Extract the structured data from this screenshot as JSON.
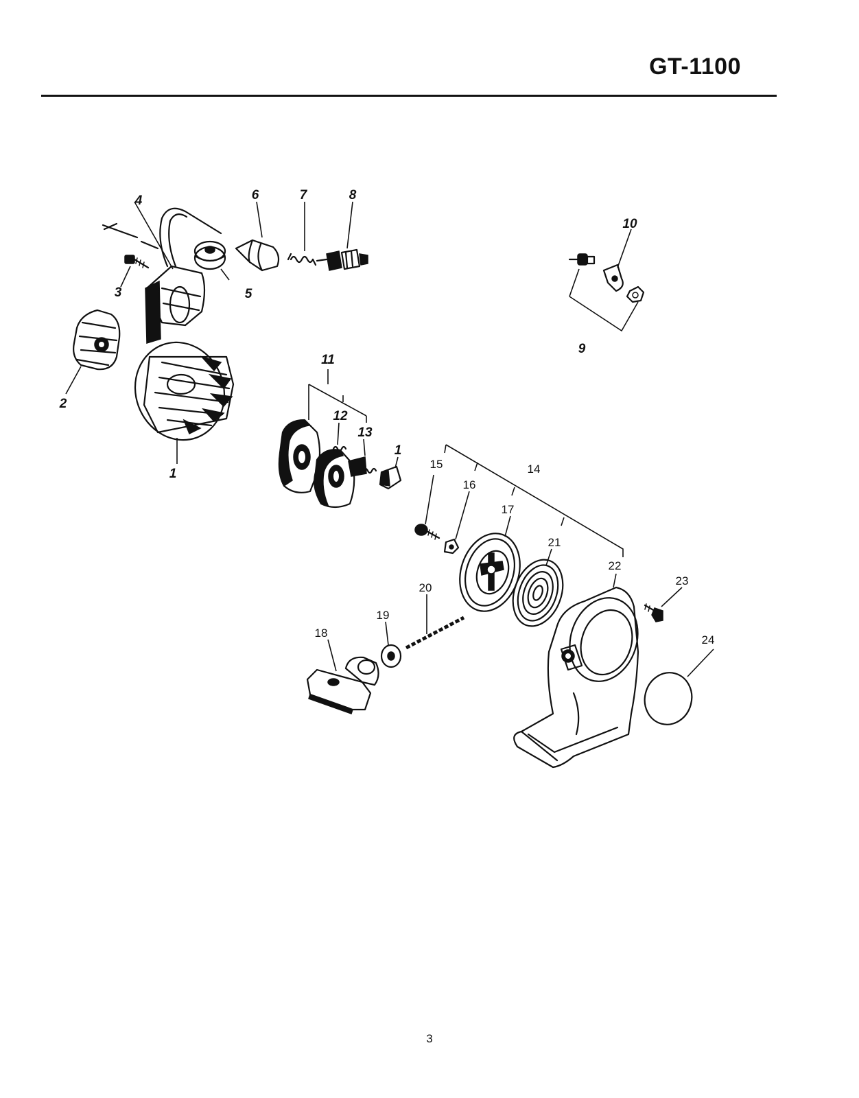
{
  "header": {
    "model": "GT-1100"
  },
  "footer": {
    "page_number": "3"
  },
  "callouts": [
    {
      "id": "1a",
      "label": "1"
    },
    {
      "id": "1b",
      "label": "1"
    },
    {
      "id": "2",
      "label": "2"
    },
    {
      "id": "3",
      "label": "3"
    },
    {
      "id": "4",
      "label": "4"
    },
    {
      "id": "5",
      "label": "5"
    },
    {
      "id": "6",
      "label": "6"
    },
    {
      "id": "7",
      "label": "7"
    },
    {
      "id": "8",
      "label": "8"
    },
    {
      "id": "9",
      "label": "9"
    },
    {
      "id": "10",
      "label": "10"
    },
    {
      "id": "11",
      "label": "11"
    },
    {
      "id": "12",
      "label": "12"
    },
    {
      "id": "13",
      "label": "13"
    },
    {
      "id": "14",
      "label": "14"
    },
    {
      "id": "15",
      "label": "15"
    },
    {
      "id": "16",
      "label": "16"
    },
    {
      "id": "17",
      "label": "17"
    },
    {
      "id": "18",
      "label": "18"
    },
    {
      "id": "19",
      "label": "19"
    },
    {
      "id": "20",
      "label": "20"
    },
    {
      "id": "21",
      "label": "21"
    },
    {
      "id": "22",
      "label": "22"
    },
    {
      "id": "23",
      "label": "23"
    },
    {
      "id": "24",
      "label": "24"
    }
  ]
}
